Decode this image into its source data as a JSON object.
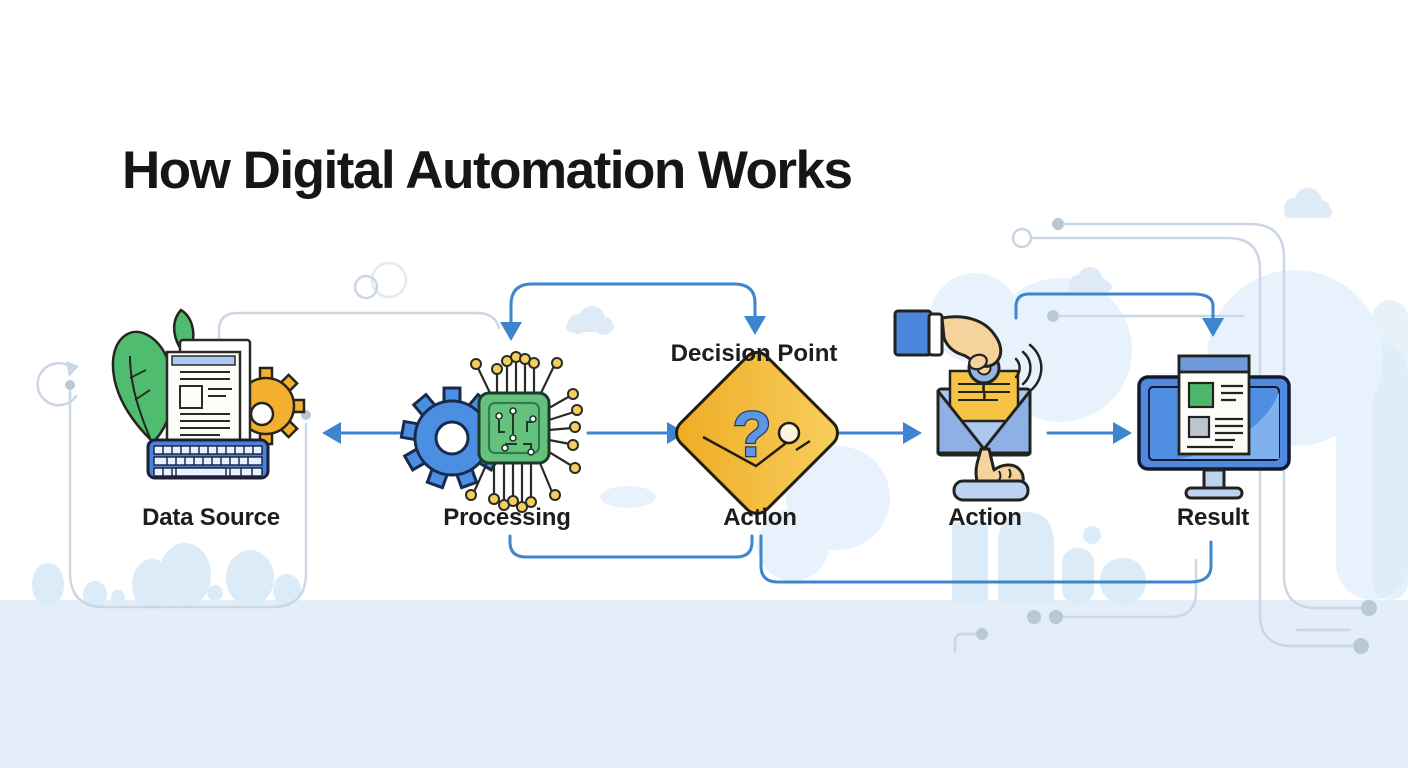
{
  "title": "How Digital Automation Works",
  "flow": {
    "annotation": "Decision Point",
    "nodes": [
      {
        "id": "data-source",
        "label": "Data Source",
        "icon": "document-keyboard-leaf-gear-icon"
      },
      {
        "id": "processing",
        "label": "Processing",
        "icon": "gear-microchip-icon"
      },
      {
        "id": "decision-action",
        "label": "Action",
        "icon": "diamond-question-mark-icon"
      },
      {
        "id": "notify-action",
        "label": "Action",
        "icon": "hand-bell-envelope-icon"
      },
      {
        "id": "result",
        "label": "Result",
        "icon": "monitor-report-icon"
      }
    ]
  },
  "decision": {
    "glyph": "?"
  },
  "colors": {
    "accent_blue": "#3d86cf",
    "panel_blue": "#4b86da",
    "yellow": "#f3bc3b",
    "green": "#4fbc70",
    "chip_green": "#66c17e",
    "skin": "#f6d29c",
    "band": "#e4eef8",
    "soft_shape": "#e8f2fc",
    "deco_line": "#ccd7e3",
    "outline": "#26241c",
    "title_color": "#161616"
  }
}
